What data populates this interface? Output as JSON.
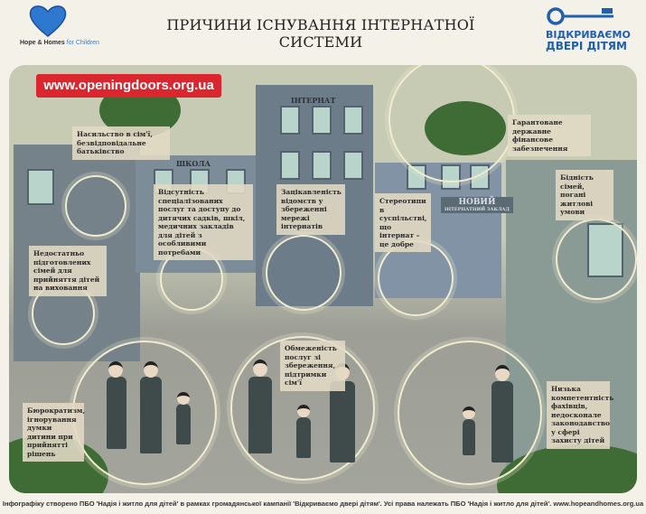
{
  "header": {
    "title": "ПРИЧИНИ ІСНУВАННЯ ІНТЕРНАТНОЇ СИСТЕМИ",
    "left_logo": {
      "name": "Hope & Homes",
      "suffix": "for Children",
      "icon": "heart-icon",
      "color": "#2f78d0"
    },
    "right_logo": {
      "line1": "ВІДКРИВАЄМО",
      "line2": "ДВЕРІ ДІТЯМ",
      "icon": "key-icon",
      "color": "#1f5fae"
    }
  },
  "scene": {
    "url_badge": "www.openingdoors.org.ua",
    "buildings": {
      "school": "ШКОЛА",
      "internat": "ІНТЕРНАТ",
      "new_main": "НОВИЙ",
      "new_sub": "ІНТЕРНАТНИЙ ЗАКЛАД"
    },
    "causes": [
      "Насильство в сім'ї, безвідповідальне батьківство",
      "Відсутність спеціалізованих послуг та доступу до дитячих садків, шкіл, медичних закладів для дітей з особливими потребами",
      "Зацікавленість відомств у збереженні мережі інтернатів",
      "Стереотипи в суспільстві, що інтернат – це добре",
      "Гарантоване державне фінансове забезпечення",
      "Бідність сімей, погані житлові умови",
      "Недостатньо підготовлених сімей для прийняття дітей на виховання",
      "Обмеженість послуг зі збереження, підтримки сім'ї",
      "Бюрократизм, ігнорування думки дитини при прийнятті рішень",
      "Низька компетентність фахівців, недосконале законодавство у сфері захисту дітей"
    ]
  },
  "footer": "Інфографіку створено ПБО 'Надія і житло для дітей' в рамках громадянської кампанії 'Відкриваємо двері дітям'. Усі права належать ПБО 'Надія і житло для дітей'. www.hopeandhomes.org.ua",
  "colors": {
    "url_badge": "#d9262f",
    "tree": "#3f6b35",
    "building": "#6d7c89"
  }
}
